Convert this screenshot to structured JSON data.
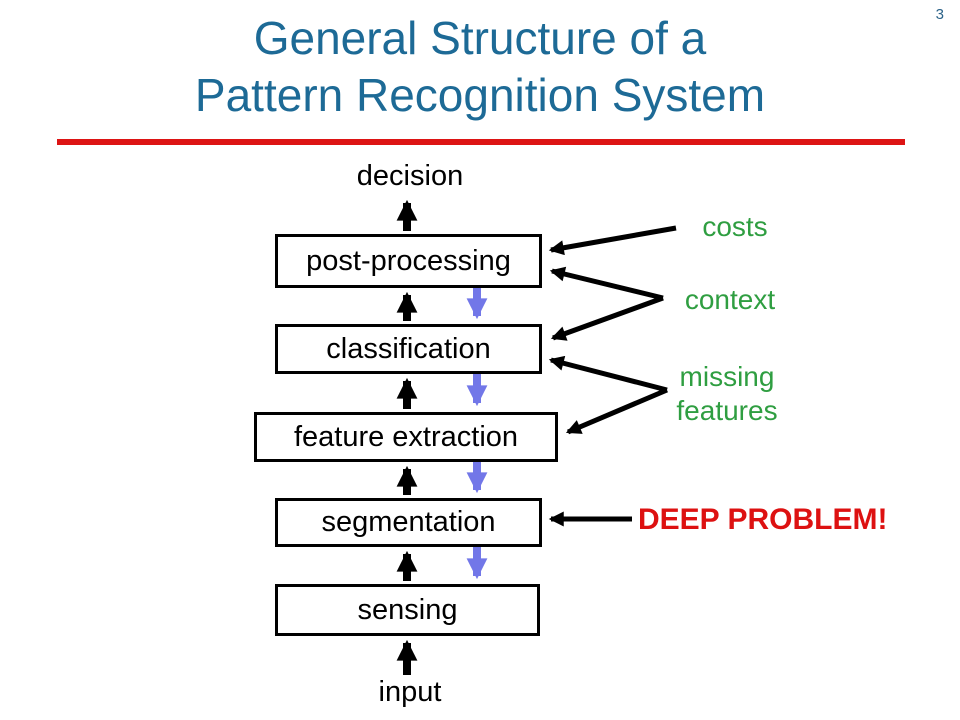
{
  "page_number": "3",
  "title": {
    "line1": "General Structure of a",
    "line2": "Pattern Recognition System"
  },
  "flow": {
    "decision_label": "decision",
    "input_label": "input",
    "boxes": [
      {
        "label": "post-processing"
      },
      {
        "label": "classification"
      },
      {
        "label": "feature extraction"
      },
      {
        "label": "segmentation"
      },
      {
        "label": "sensing"
      }
    ]
  },
  "annotations": {
    "costs": "costs",
    "context": "context",
    "missing_line1": "missing",
    "missing_line2": "features",
    "deep_problem": "DEEP PROBLEM!"
  },
  "colors": {
    "title_blue": "#1d6a96",
    "page_number_blue": "#2b6288",
    "divider_red": "#dd1414",
    "annotation_green": "#2f9e41",
    "deep_problem_red": "#dd1111",
    "flow_forward_black": "#000000",
    "flow_feedback_blue": "#7277e8",
    "box_border_black": "#000000"
  }
}
